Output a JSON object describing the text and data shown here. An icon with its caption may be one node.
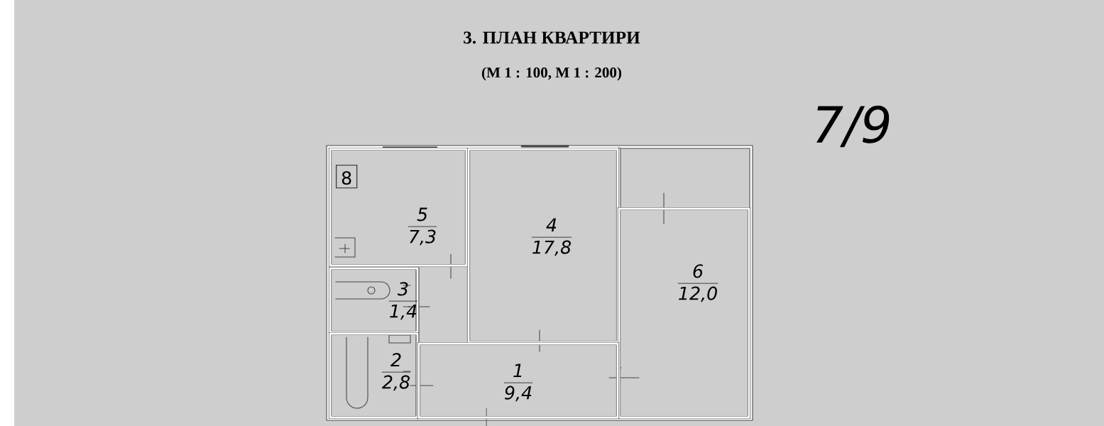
{
  "diagram": {
    "title": "3. ПЛАН КВАРТИРИ",
    "nodes": [
      {
        "text": [
          "5",
          "7,3"
        ]
      },
      {
        "text": [
          "8"
        ],
        "in": 0
      },
      {
        "text": [
          "4",
          "17,8"
        ]
      },
      {
        "text": [
          "6",
          "12,0"
        ]
      },
      {
        "text": [
          "3",
          "1,4"
        ]
      },
      {
        "text": [
          "2",
          "2,8"
        ]
      },
      {
        "text": [
          "1",
          "9,4"
        ]
      }
    ],
    "labels": [
      "(М 1 : 100, М 1 : 200)",
      "7/9"
    ]
  }
}
